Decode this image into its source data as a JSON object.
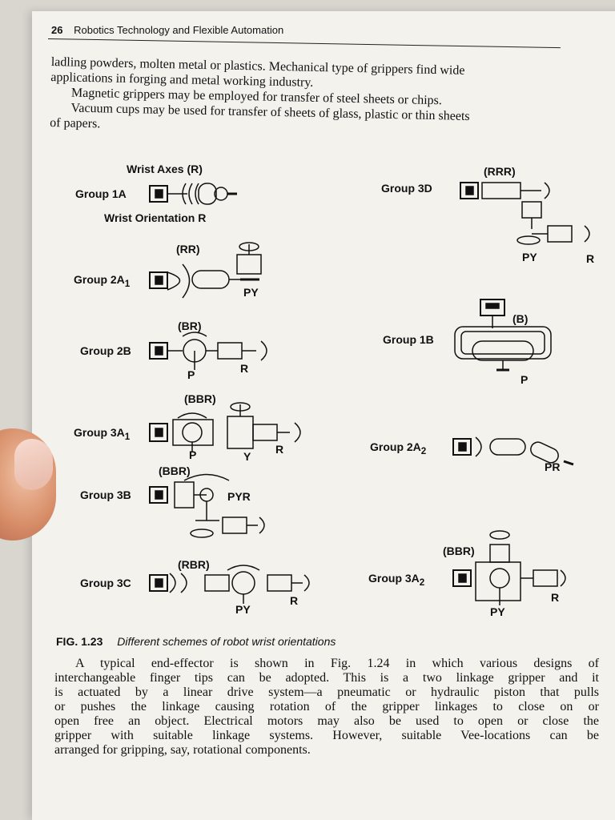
{
  "header": {
    "page_number": "26",
    "running_title": "Robotics Technology and Flexible Automation"
  },
  "intro_lines": [
    "ladling powders, molten metal or plastics. Mechanical type of grippers find wide",
    "applications in forging and metal working industry.",
    "Magnetic grippers may be employed for transfer of steel sheets or chips.",
    "Vacuum cups may be used for transfer of sheets of glass, plastic or thin sheets",
    "of papers."
  ],
  "figure": {
    "groups": {
      "g1a": {
        "name": "Group 1A",
        "top": "Wrist Axes (R)",
        "bottom": "Wrist Orientation R"
      },
      "g2a1": {
        "name": "Group 2A",
        "sub": "1",
        "axes": "(RR)",
        "extra": "PY"
      },
      "g2b": {
        "name": "Group 2B",
        "axes": "(BR)",
        "p": "P",
        "r": "R"
      },
      "g3a1": {
        "name": "Group 3A",
        "sub": "1",
        "axes": "(BBR)",
        "p": "P",
        "y": "Y",
        "r": "R"
      },
      "g3b": {
        "name": "Group 3B",
        "axes": "(BBR)",
        "extra": "PYR"
      },
      "g3c": {
        "name": "Group 3C",
        "axes": "(RBR)",
        "py": "PY",
        "r": "R"
      },
      "g3d": {
        "name": "Group 3D",
        "axes": "(RRR)",
        "py": "PY",
        "r": "R"
      },
      "g1b": {
        "name": "Group 1B",
        "axes": "(B)",
        "p": "P"
      },
      "g2a2": {
        "name": "Group 2A",
        "sub": "2",
        "extra": "PR"
      },
      "g3a2": {
        "name": "Group 3A",
        "sub": "2",
        "axes": "(BBR)",
        "r": "R",
        "py": "PY"
      }
    },
    "caption_label": "FIG. 1.23",
    "caption_text": "Different schemes of robot wrist orientations"
  },
  "body_lines": [
    "A typical end-effector is shown in Fig. 1.24 in which various designs of",
    "interchangeable finger tips can be adopted. This is a two linkage gripper and it",
    "is actuated by a linear drive system—a pneumatic or hydraulic piston that pulls",
    "or pushes the linkage causing rotation of the gripper linkages to close on or",
    "open free an object. Electrical motors may also be used to open or close the",
    "gripper with suitable linkage systems. However, suitable Vee-locations can be",
    "arranged for gripping, say, rotational components."
  ]
}
